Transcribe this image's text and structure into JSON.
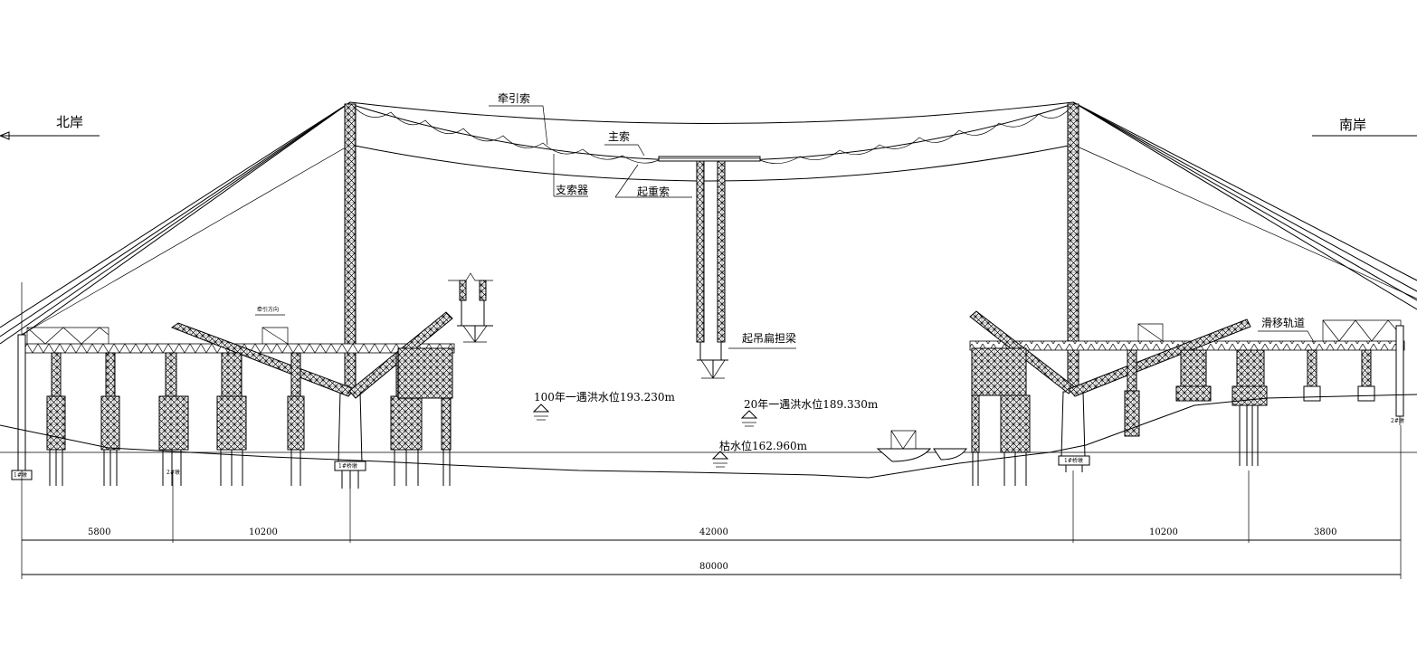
{
  "labels": {
    "north_bank": "北岸",
    "south_bank": "南岸",
    "traction_cable": "牵引索",
    "main_cable": "主索",
    "cable_support": "支索器",
    "hoisting_cable": "起重索",
    "lifting_beam": "起吊扁担梁",
    "slide_track": "滑移轨道",
    "traction_direction": "牵引方向",
    "flood_100": "100年一遇洪水位193.230m",
    "flood_20": "20年一遇洪水位189.330m",
    "low_water": "枯水位162.960m",
    "pier_1": "1#墩",
    "pier_2": "2#墩",
    "pier_left": "1#桥墩",
    "pier_right": "1#桥墩",
    "pier_far_right": "2#墩"
  },
  "dimensions": {
    "seg_1": "5800",
    "seg_2": "10200",
    "seg_3": "42000",
    "seg_4": "10200",
    "seg_5": "3800",
    "total": "80000"
  },
  "colors": {
    "line": "#000000",
    "background": "#ffffff"
  }
}
